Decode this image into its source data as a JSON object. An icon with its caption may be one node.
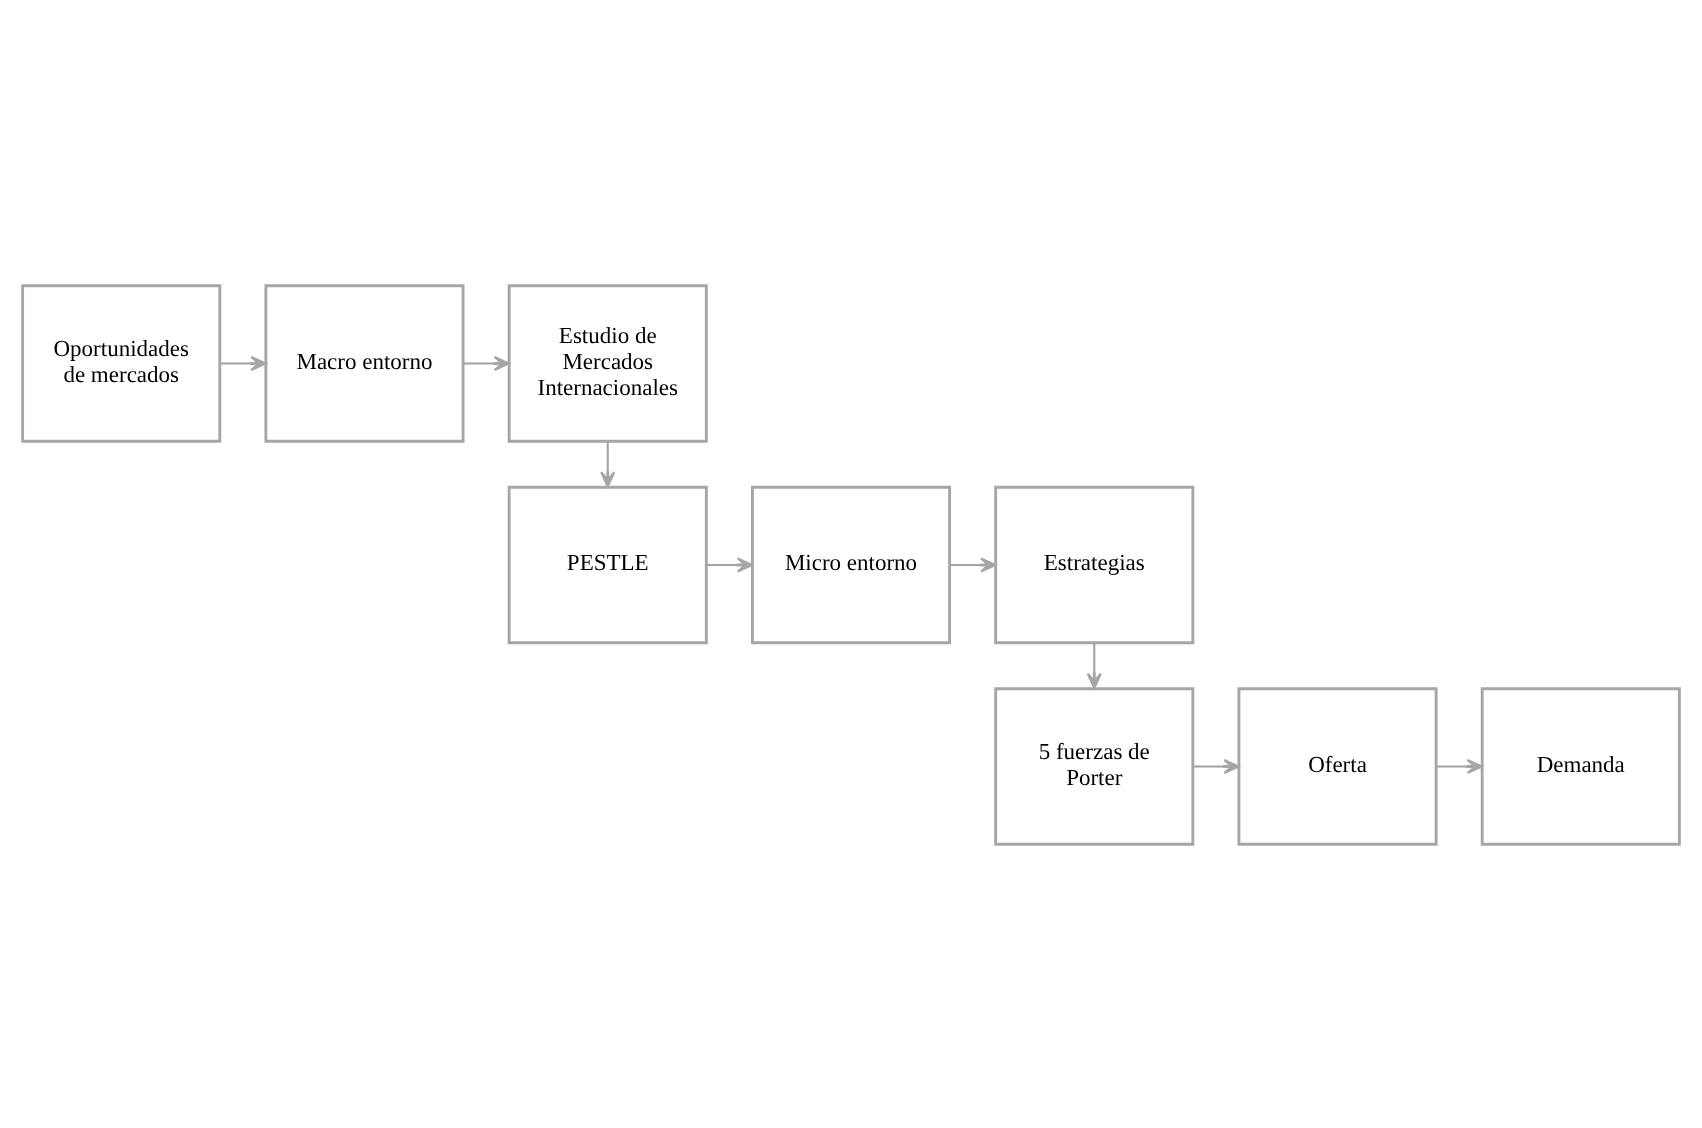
{
  "diagram": {
    "nodes": [
      {
        "text": [
          "Oportunidades de mercados"
        ]
      },
      {
        "text": [
          "Macro entorno"
        ]
      },
      {
        "text": [
          "Estudio de Mercados Internacionales"
        ]
      },
      {
        "text": [
          "PESTLE"
        ]
      },
      {
        "text": [
          "Micro entorno"
        ]
      },
      {
        "text": [
          "Estrategias"
        ]
      },
      {
        "text": [
          "5 fuerzas de Porter"
        ]
      },
      {
        "text": [
          "Oferta"
        ]
      },
      {
        "text": [
          "Demanda"
        ]
      }
    ],
    "edges": [
      {
        "from": 0,
        "to": 1,
        "arrow": "to"
      },
      {
        "from": 1,
        "to": 2,
        "arrow": "to"
      },
      {
        "from": 2,
        "to": 3,
        "arrow": "to"
      },
      {
        "from": 3,
        "to": 4,
        "arrow": "to"
      },
      {
        "from": 4,
        "to": 5,
        "arrow": "to"
      },
      {
        "from": 5,
        "to": 6,
        "arrow": "to"
      },
      {
        "from": 6,
        "to": 7,
        "arrow": "to"
      },
      {
        "from": 7,
        "to": 8,
        "arrow": "to"
      }
    ]
  }
}
